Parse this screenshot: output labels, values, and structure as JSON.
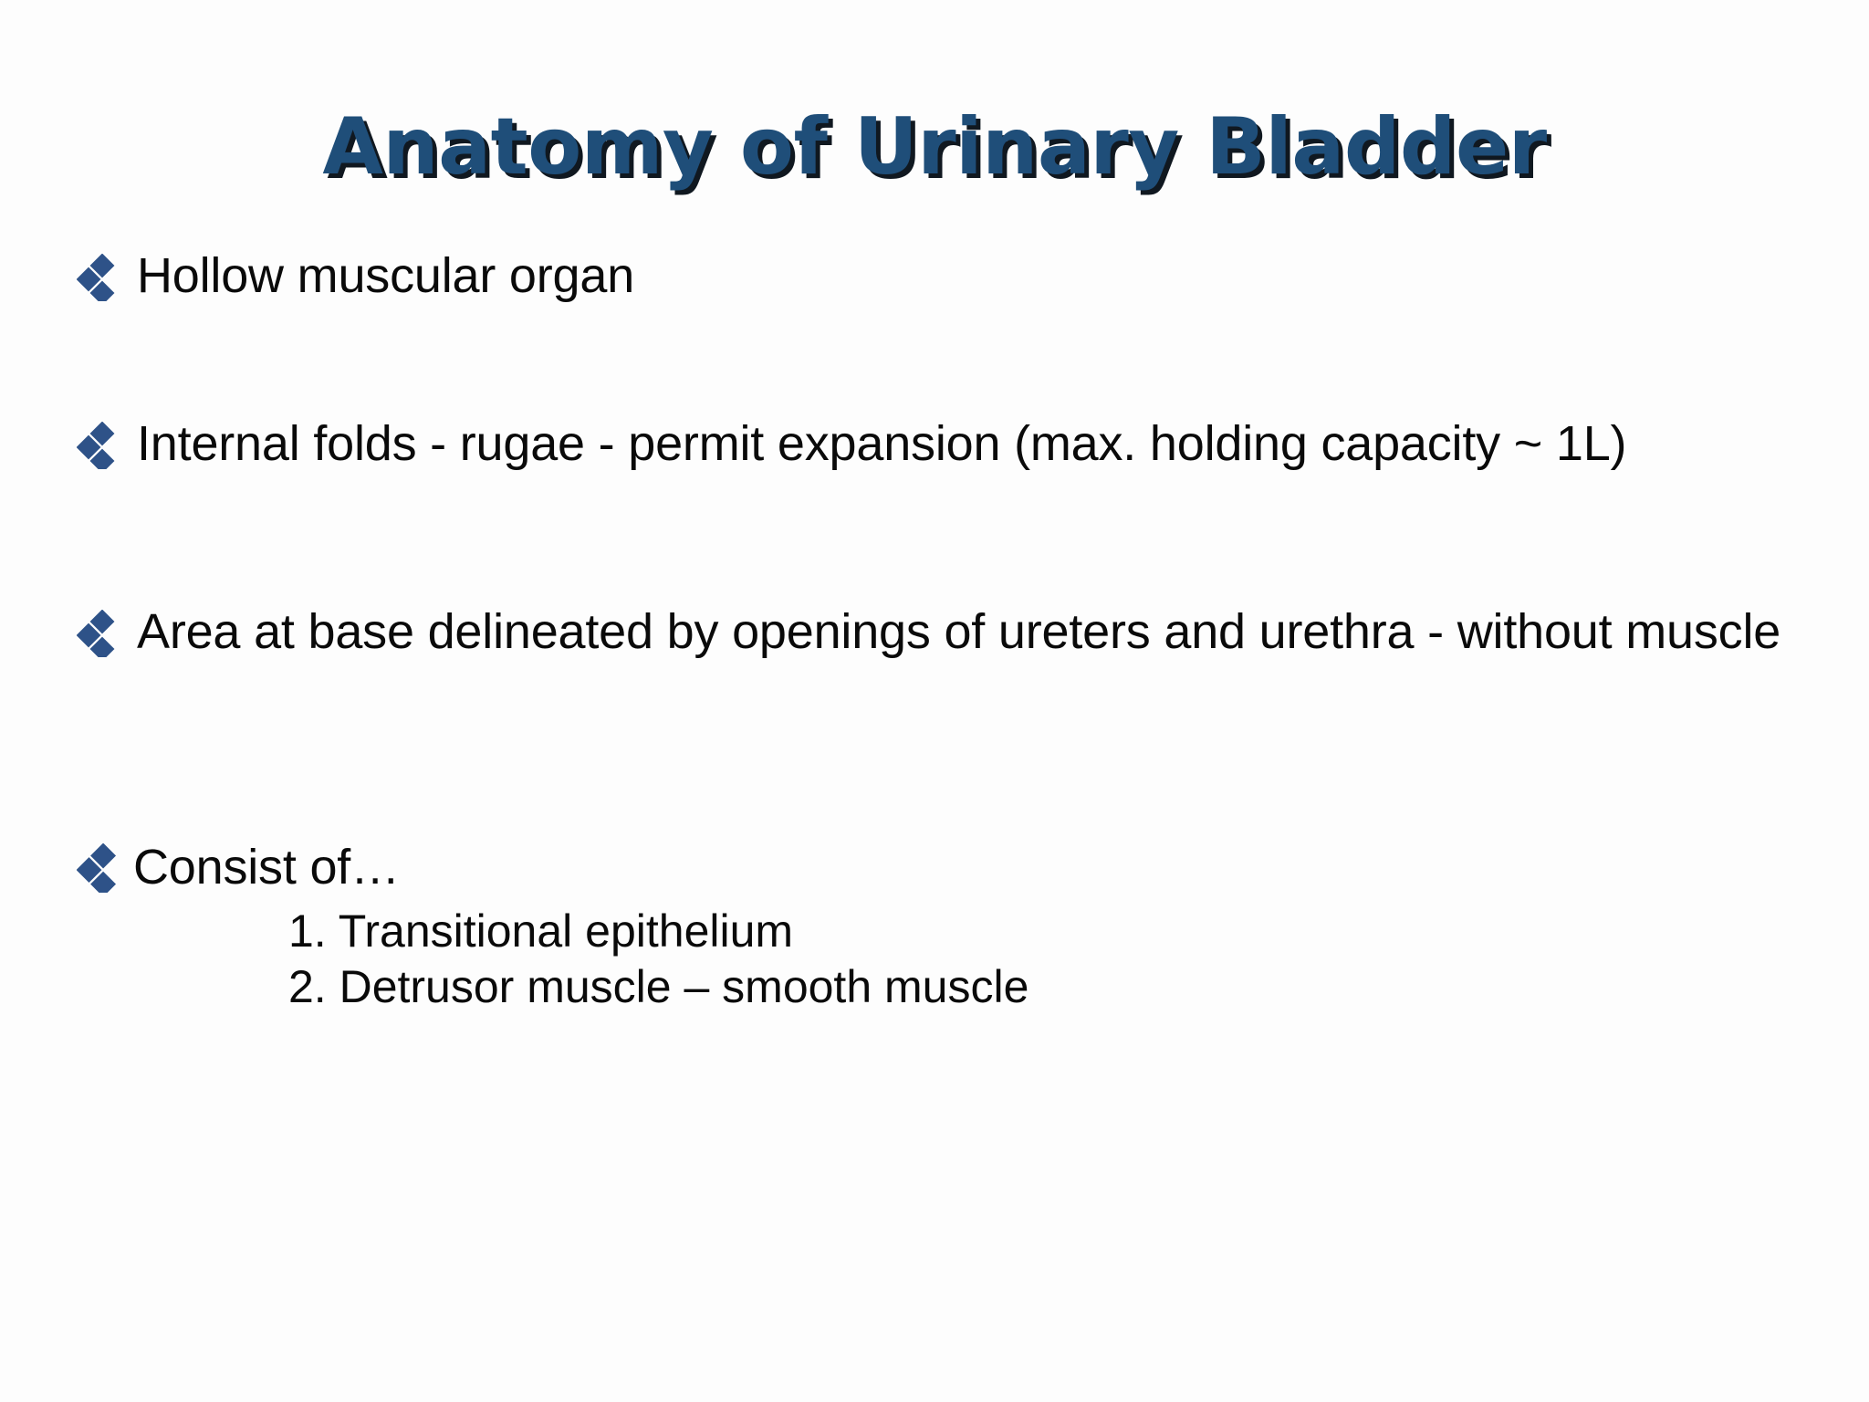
{
  "slide": {
    "title": "Anatomy of Urinary Bladder",
    "title_color": "#1F4E79",
    "title_shadow_color": "#101820",
    "background_color": "#FDFDFD",
    "body_text_color": "#0A0A0A",
    "bullet_glyph_color": "#2E5288",
    "bullet_icon_name": "four-diamond-bullet",
    "bullets": [
      {
        "id": "hollow",
        "text": "Hollow muscular organ"
      },
      {
        "id": "internal",
        "text": "Internal folds - rugae - permit expansion (max. holding capacity  ~ 1L)"
      },
      {
        "id": "area",
        "text": "Area at base delineated by openings of ureters and urethra - without muscle"
      },
      {
        "id": "consist",
        "text": "Consist of…"
      }
    ],
    "sub_items": [
      "1. Transitional epithelium",
      "2. Detrusor muscle – smooth muscle"
    ]
  }
}
